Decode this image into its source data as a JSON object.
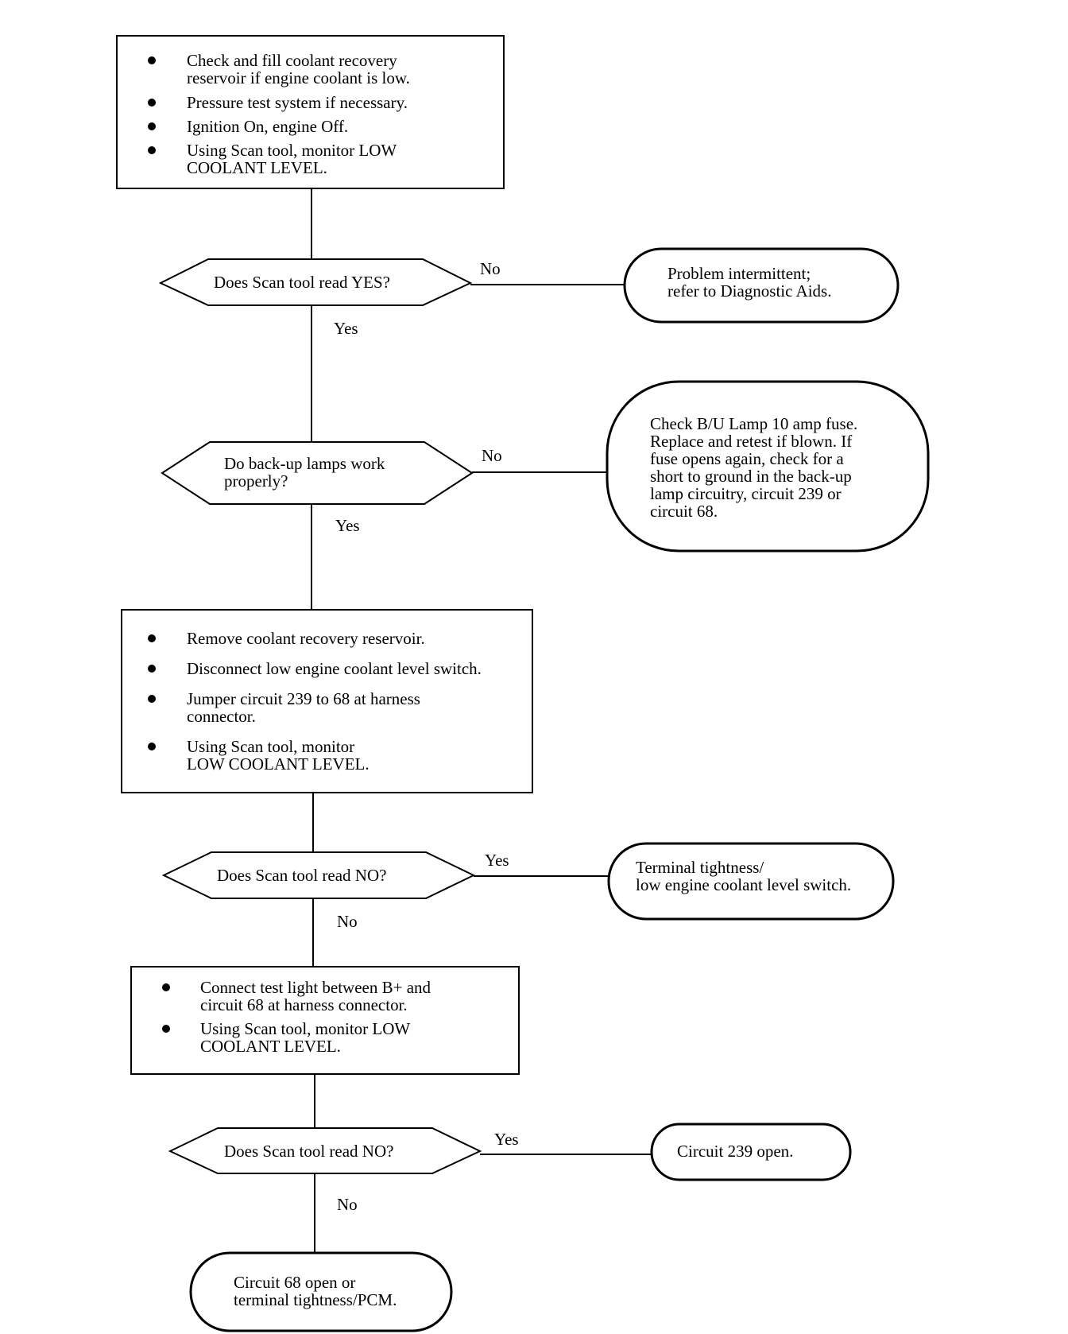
{
  "flowchart": {
    "box1": {
      "bullets": [
        [
          "Check and fill coolant recovery",
          "reservoir if engine coolant is low."
        ],
        [
          "Pressure test system if necessary."
        ],
        [
          "Ignition On, engine Off."
        ],
        [
          "Using Scan tool, monitor LOW",
          "COOLANT LEVEL."
        ]
      ]
    },
    "decision1": {
      "lines": [
        "Does Scan tool read YES?"
      ],
      "no_label": "No",
      "yes_label": "Yes"
    },
    "result1": {
      "lines": [
        "Problem intermittent;",
        "refer to Diagnostic Aids."
      ]
    },
    "decision2": {
      "lines": [
        "Do back-up lamps work",
        "properly?"
      ],
      "no_label": "No",
      "yes_label": "Yes"
    },
    "result2": {
      "lines": [
        "Check B/U Lamp 10 amp fuse.",
        "Replace and retest if blown. If",
        "fuse opens again, check for a",
        "short to ground in the back-up",
        "lamp circuitry, circuit 239 or",
        "circuit 68."
      ]
    },
    "box2": {
      "bullets": [
        [
          "Remove coolant recovery reservoir."
        ],
        [
          "Disconnect low engine coolant level switch."
        ],
        [
          "Jumper circuit 239 to 68 at harness",
          "connector."
        ],
        [
          "Using Scan tool, monitor",
          "LOW COOLANT LEVEL."
        ]
      ]
    },
    "decision3": {
      "lines": [
        "Does Scan tool read NO?"
      ],
      "yes_label": "Yes",
      "no_label": "No"
    },
    "result3": {
      "lines": [
        "Terminal tightness/",
        "low engine coolant level switch."
      ]
    },
    "box3": {
      "bullets": [
        [
          "Connect test light between B+ and",
          "circuit 68 at harness connector."
        ],
        [
          "Using Scan tool, monitor LOW",
          "COOLANT LEVEL."
        ]
      ]
    },
    "decision4": {
      "lines": [
        "Does Scan tool read NO?"
      ],
      "yes_label": "Yes",
      "no_label": "No"
    },
    "result4": {
      "lines": [
        "Circuit 239 open."
      ]
    },
    "result5": {
      "lines": [
        "Circuit 68 open or",
        "terminal tightness/PCM."
      ]
    }
  }
}
